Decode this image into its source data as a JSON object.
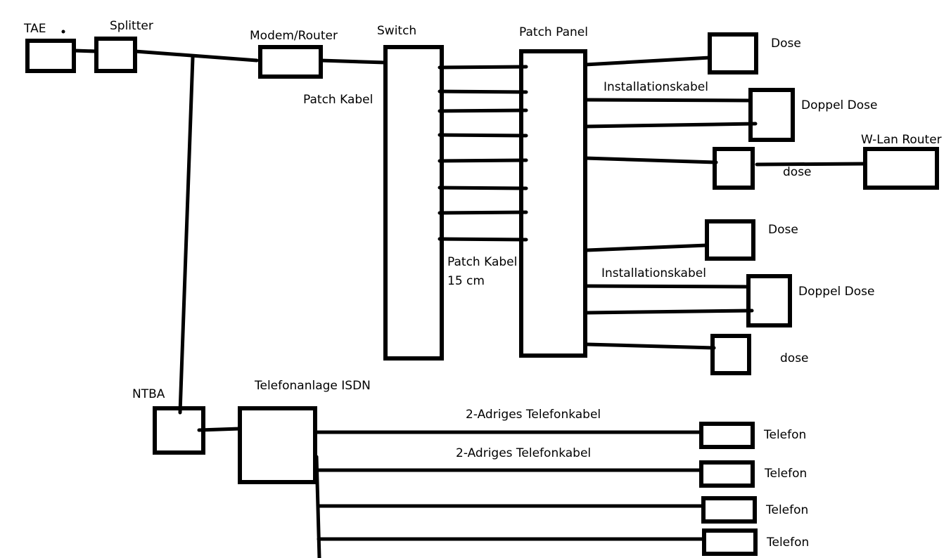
{
  "diagram": {
    "title": "Netzwerk- und Telefonanlagen-Schema",
    "colors": {
      "stroke": "#000000",
      "background": "#ffffff",
      "text": "#000000"
    },
    "nodes": {
      "tae": "TAE",
      "splitter": "Splitter",
      "modem_router": "Modem/Router",
      "switch": "Switch",
      "patch_panel": "Patch Panel",
      "dose_1": "Dose",
      "doppel_dose_1": "Doppel Dose",
      "dose_wlan": "dose",
      "wlan_router": "W-Lan Router",
      "dose_2": "Dose",
      "doppel_dose_2": "Doppel Dose",
      "dose_3": "dose",
      "ntba": "NTBA",
      "telefonanlage": "Telefonanlage ISDN",
      "telefon_1": "Telefon",
      "telefon_2": "Telefon",
      "telefon_3": "Telefon",
      "telefon_4": "Telefon"
    },
    "edge_labels": {
      "patch_kabel": "Patch Kabel",
      "patch_kabel_15_line1": "Patch Kabel",
      "patch_kabel_15_line2": "15 cm",
      "installationskabel_1": "Installationskabel",
      "installationskabel_2": "Installationskabel",
      "telefonkabel_1": "2-Adriges Telefonkabel",
      "telefonkabel_2": "2-Adriges Telefonkabel"
    },
    "switch_patch_links": 8
  }
}
